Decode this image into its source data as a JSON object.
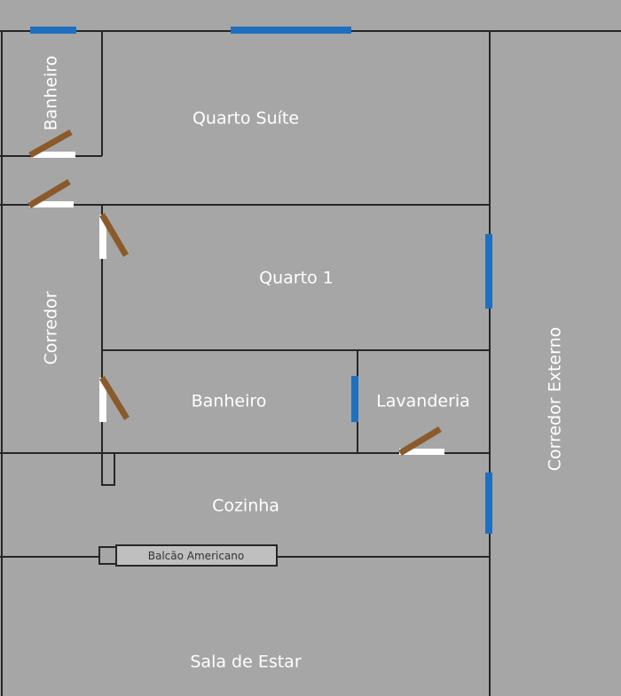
{
  "rooms": {
    "banheiro_suite": "Banheiro",
    "quarto_suite": "Quarto Suíte",
    "quarto_1": "Quarto 1",
    "corredor": "Corredor",
    "banheiro": "Banheiro",
    "lavanderia": "Lavanderia",
    "cozinha": "Cozinha",
    "sala_de_estar": "Sala de Estar",
    "corredor_externo": "Corredor Externo"
  },
  "fixtures": {
    "balcao_americano": "Balcão Americano"
  },
  "colors": {
    "background": "#a6a6a6",
    "wall": "#262626",
    "window": "#1f6fbf",
    "door": "#8b5a2b",
    "door_sill": "#ffffff",
    "counter": "#bfbfbf",
    "label": "#ffffff"
  }
}
